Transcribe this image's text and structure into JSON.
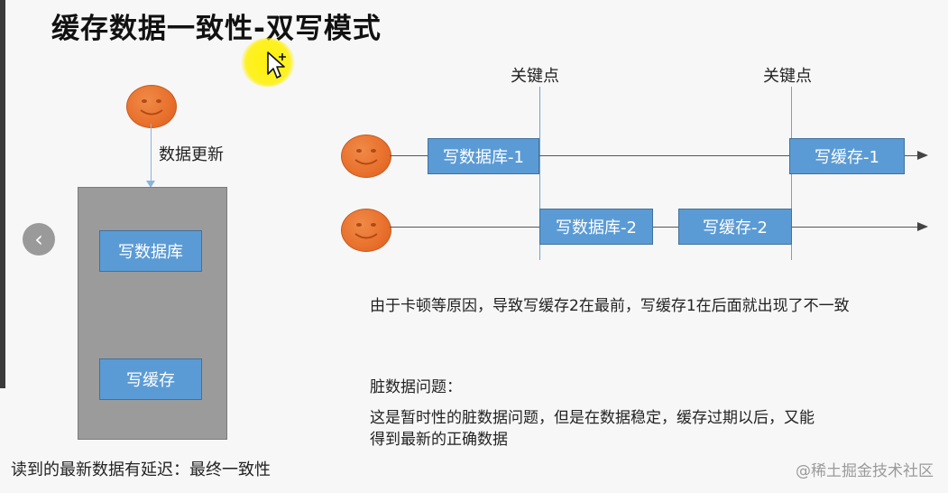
{
  "title": "缓存数据一致性-双写模式",
  "left": {
    "update_label": "数据更新",
    "server_boxes": [
      "写数据库",
      "写缓存"
    ],
    "bottom_note": "读到的最新数据有延迟：最终一致性"
  },
  "timeline": {
    "key_point_labels": [
      "关键点",
      "关键点"
    ],
    "row1_boxes": [
      "写数据库-1",
      "写缓存-1"
    ],
    "row2_boxes": [
      "写数据库-2",
      "写缓存-2"
    ]
  },
  "notes": {
    "explanation": "由于卡顿等原因，导致写缓存2在最前，写缓存1在后面就出现了不一致",
    "dirty_title": "脏数据问题：",
    "dirty_line1": "这是暂时性的脏数据问题，但是在数据稳定，缓存过期以后，又能",
    "dirty_line2": "得到最新的正确数据"
  },
  "nav": {
    "prev_symbol": "‹"
  },
  "watermark": "@稀土掘金技术社区",
  "colors": {
    "box_fill": "#5b9bd5",
    "face": "#e8702c",
    "server": "#9b9b9b",
    "highlight": "#fff000"
  }
}
